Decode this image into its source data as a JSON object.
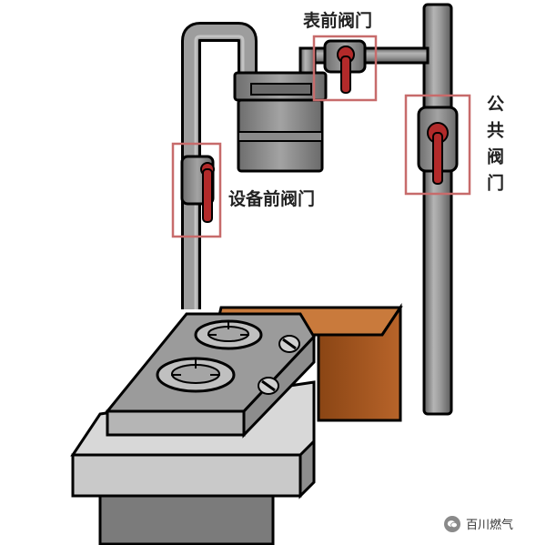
{
  "labels": {
    "meter_valve": "表前阀门",
    "device_valve": "设备前阀门",
    "public_valve": "公共阀门"
  },
  "watermark": {
    "text": "百川燃气"
  },
  "colors": {
    "pipe": "#8c8c8c",
    "pipe_dark": "#505050",
    "valve_handle": "#b22a2a",
    "highlight_box": "#c76b6b",
    "meter": "#7f7f7f",
    "stove_body": "#9a9a9a",
    "counter_wood": "#b8642a"
  },
  "icons": {
    "watermark": "wechat-icon"
  }
}
